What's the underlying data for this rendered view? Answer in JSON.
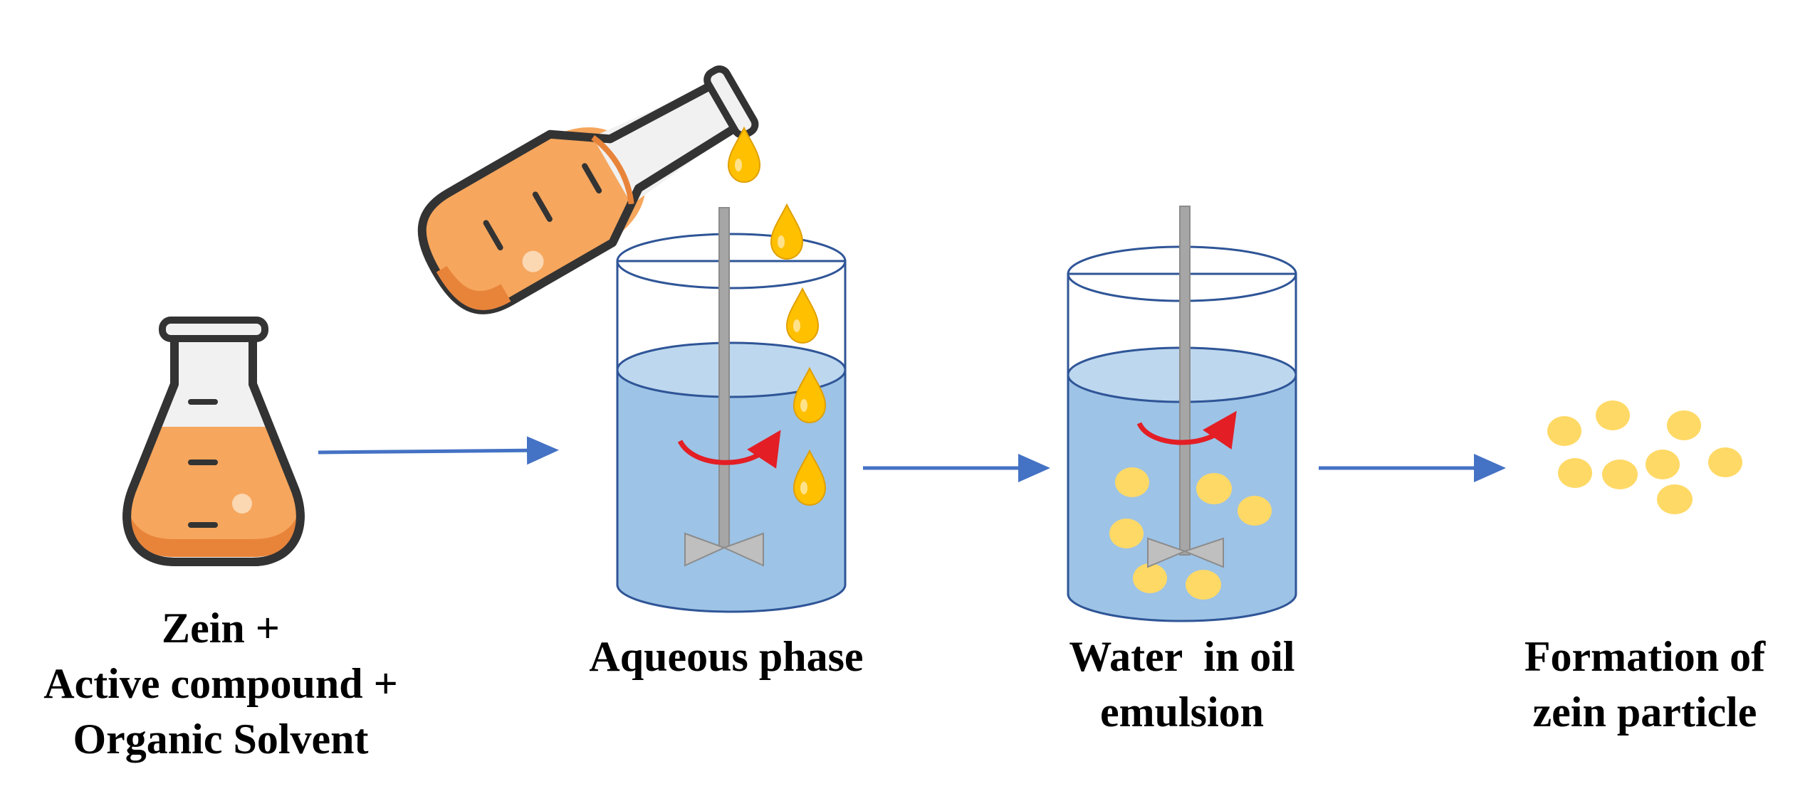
{
  "labels": {
    "step1": [
      "Zein +",
      "Active compound +",
      "Organic Solvent"
    ],
    "step2": [
      "Aqueous phase"
    ],
    "step3": [
      "Water  in oil",
      "emulsion"
    ],
    "step4": [
      "Formation of",
      "zein particle"
    ]
  },
  "colors": {
    "arrow": "#4472C4",
    "liquid_orange": "#F6A65D",
    "liquid_orange_dark": "#E8843A",
    "flask_outline": "#333333",
    "glass": "#F1F1F1",
    "water": "#9DC3E6",
    "water_top": "#BDD7EE",
    "beaker_outline": "#2F5597",
    "stirrer": "#A6A6A6",
    "stir_arrow": "#E31E24",
    "droplet": "#FFC000",
    "particle": "#FFD966"
  },
  "icons": [
    "flask-icon",
    "tilted-flask-icon",
    "oil-droplet-icon",
    "beaker-icon",
    "stirrer-icon",
    "rotation-arrow-icon",
    "zein-particle-icon"
  ]
}
